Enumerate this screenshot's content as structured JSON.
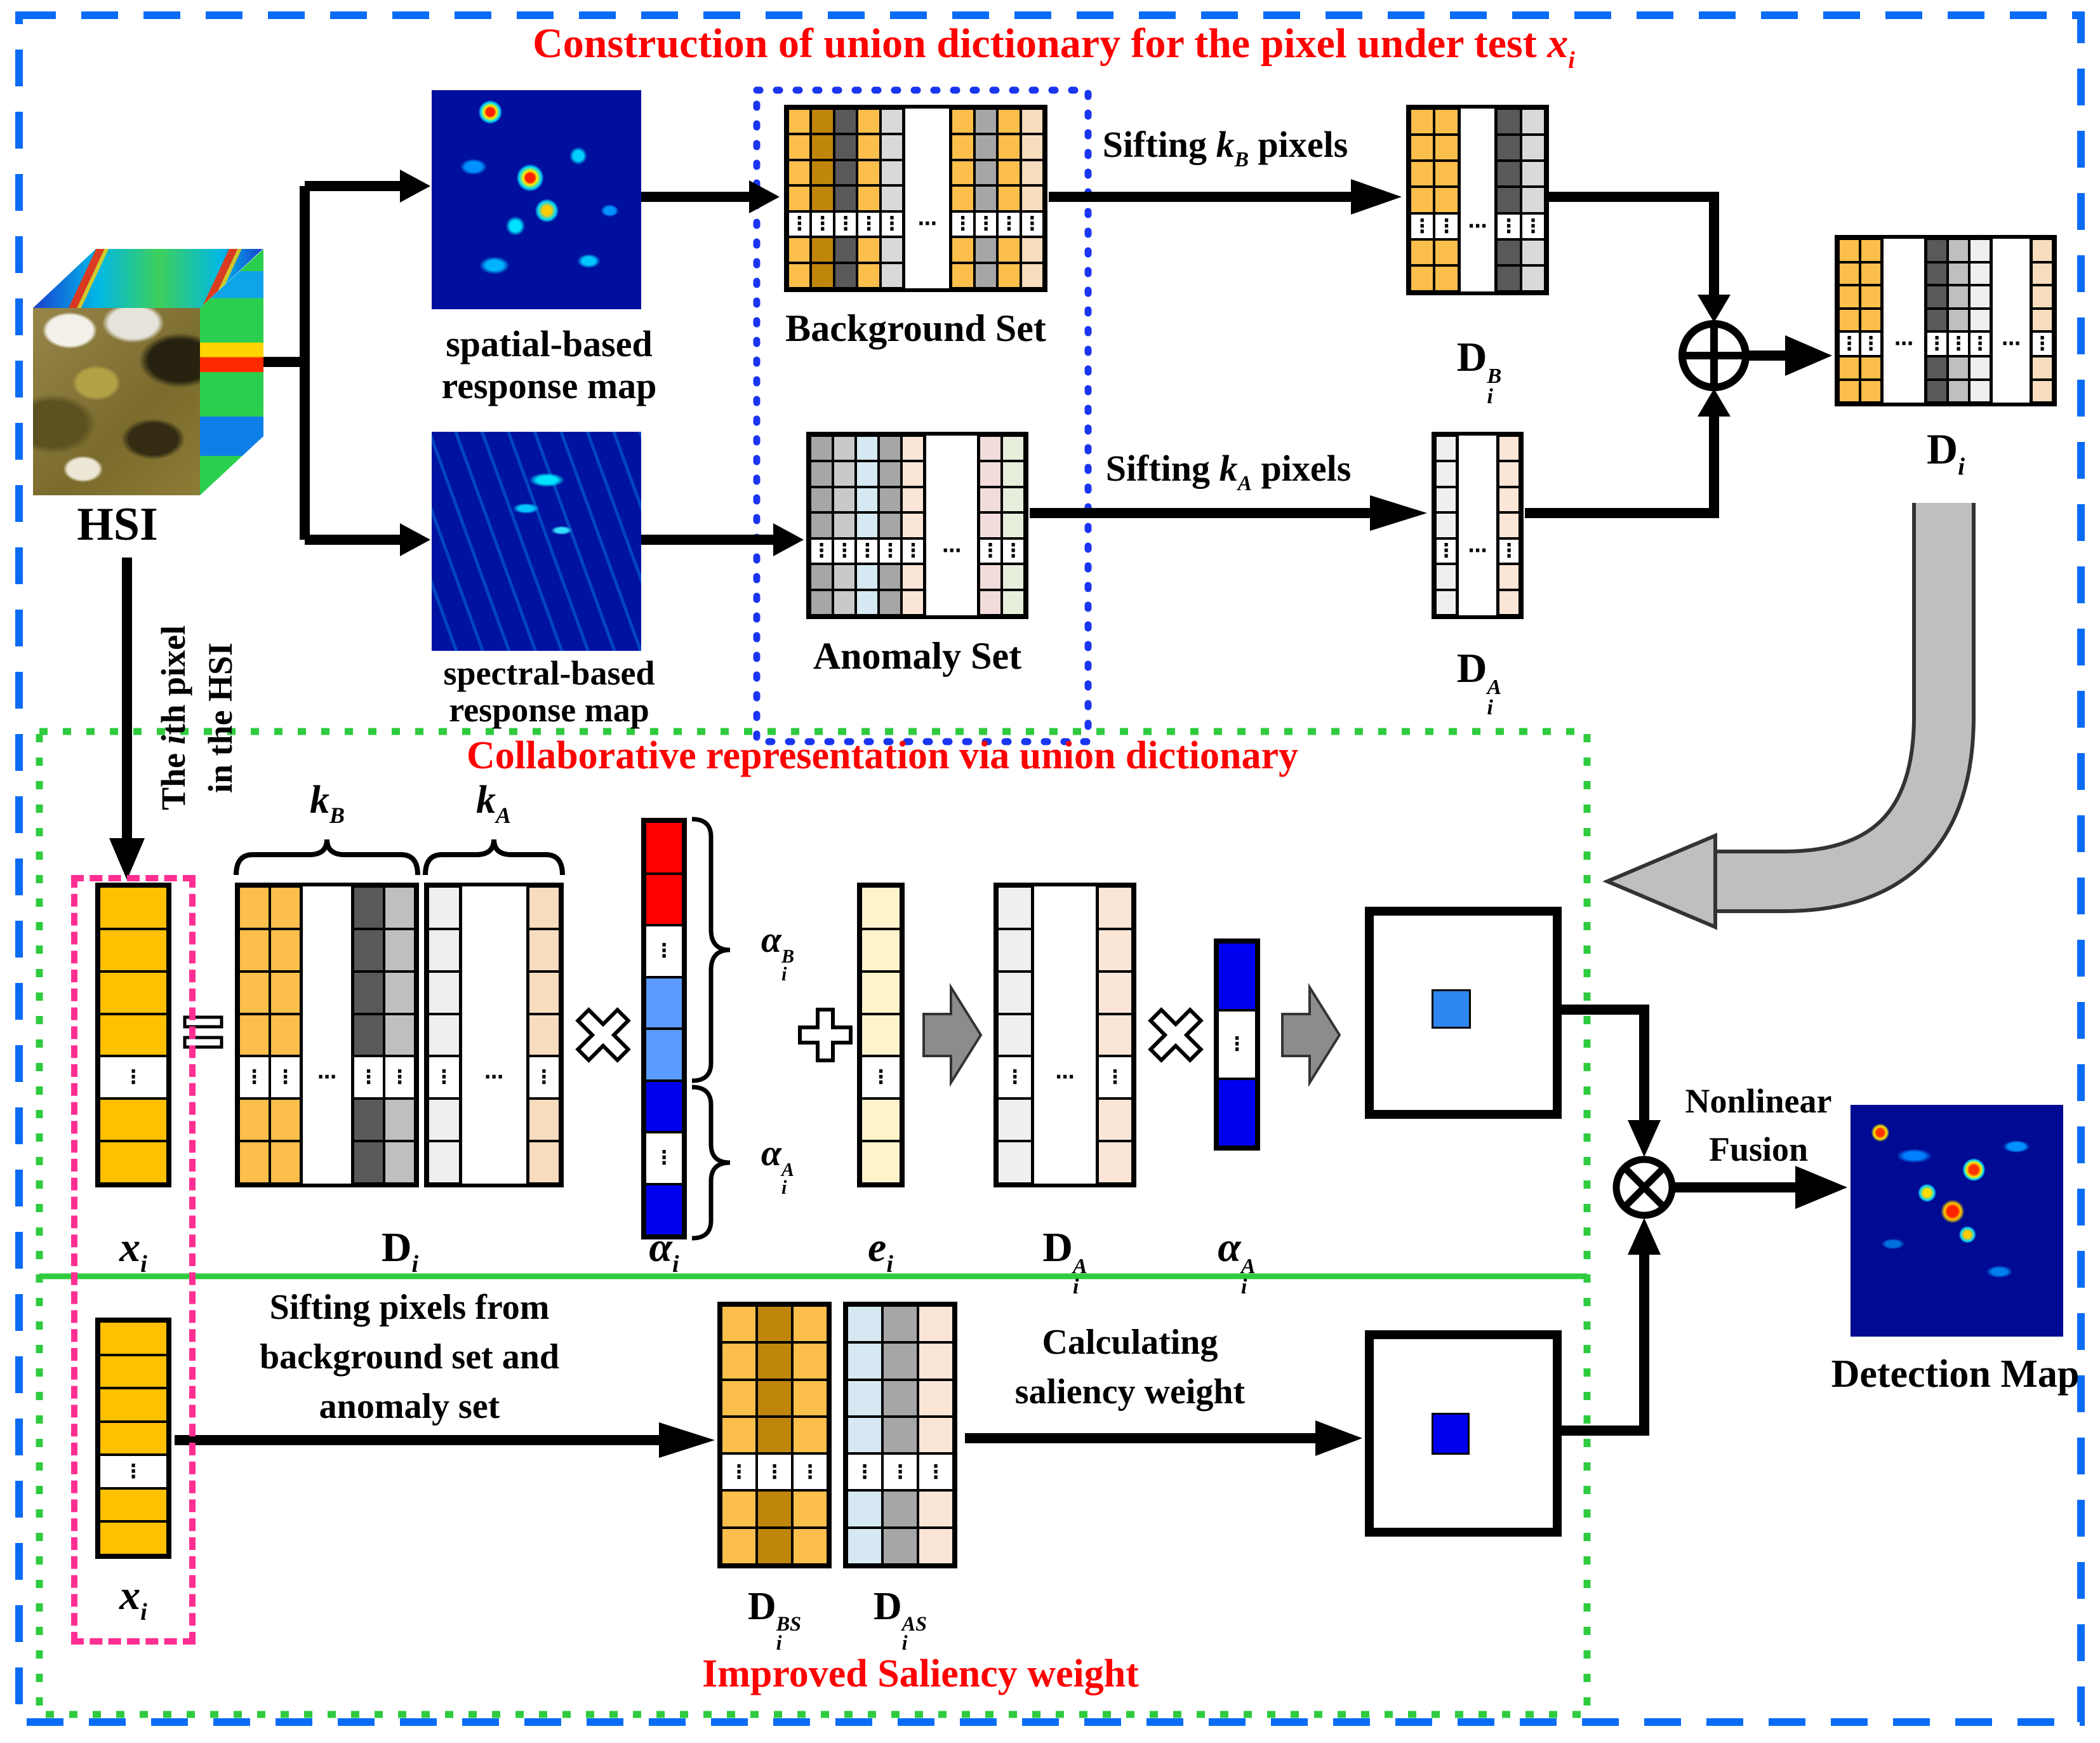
{
  "titles": {
    "construction_pre": "Construction of union dictionary for the pixel under test ",
    "construction_x": "x",
    "construction_sub": "i",
    "collaboration": "Collaborative  representation via union dictionary",
    "saliency": "Improved Saliency weight"
  },
  "hsi": {
    "label": "HSI"
  },
  "ith_pixel": {
    "l1_pre": "The ",
    "l1_i": "i",
    "l1_post": "th pixel",
    "l2": "in the HSI"
  },
  "maps": {
    "spatial_l1": "spatial-based",
    "spatial_l2": "response map",
    "spectral_l1": "spectral-based",
    "spectral_l2": "response map",
    "detection": "Detection Map"
  },
  "sets": {
    "background": "Background Set",
    "anomaly": "Anomaly Set"
  },
  "sift_b": {
    "pre": "Sifting ",
    "k": "k",
    "sub": "B",
    "post": " pixels"
  },
  "sift_a": {
    "pre": "Sifting ",
    "k": "k",
    "sub": "A",
    "post": " pixels"
  },
  "fusion": {
    "l1": "Nonlinear",
    "l2": "Fusion"
  },
  "sifting_text": {
    "l1": "Sifting pixels from",
    "l2": "background set and",
    "l3": "anomaly set"
  },
  "calc_text": {
    "l1": "Calculating",
    "l2": "saliency weight"
  },
  "math": {
    "xi": {
      "base": "x",
      "sub": "i"
    },
    "di": {
      "base": "D",
      "sub": "i"
    },
    "dib": {
      "base": "D",
      "sup": "B",
      "sub": "i"
    },
    "dia": {
      "base": "D",
      "sup": "A",
      "sub": "i"
    },
    "dibs": {
      "base": "D",
      "sup": "BS",
      "sub": "i"
    },
    "dias": {
      "base": "D",
      "sup": "AS",
      "sub": "i"
    },
    "kb": {
      "base": "k",
      "sub": "B"
    },
    "ka": {
      "base": "k",
      "sub": "A"
    },
    "alphai": {
      "base": "α",
      "sub": "i"
    },
    "alphab": {
      "base": "α",
      "sup": "B",
      "sub": "i"
    },
    "alphaa": {
      "base": "α",
      "sup": "A",
      "sub": "i"
    },
    "ei": {
      "base": "e",
      "sub": "i"
    }
  },
  "glyphs": {
    "dots_v": "⋮",
    "dots_h": "⋯"
  },
  "colors": {
    "title_red": "#FE0000",
    "border_blue": "#0A6CF5",
    "inner_blue": "#1A35F0",
    "green": "#2FCB3F",
    "pink": "#FF2F92",
    "cell_orange": "#FCBF4C",
    "cell_gold": "#C0860B",
    "cell_darkgray": "#595959",
    "cell_gray": "#A6A6A6",
    "cell_silver": "#BFBFBF",
    "cell_lightgray": "#D9D9D9",
    "cell_verylight": "#EFEFEF",
    "cell_peach": "#F8DCBE",
    "cell_peach2": "#FBE5D6",
    "cell_lightblue": "#D6E9F2",
    "cell_pink": "#F2DCDB",
    "cell_lightgreen": "#E7EFDC",
    "cell_cream": "#FFF3CC",
    "vec_orange": "#FFC000",
    "alpha_red": "#FE0000",
    "alpha_midblue": "#5B9BFF",
    "alpha_blue": "#0000F0",
    "result_blue": "#2E86F0",
    "saliency_blue": "#0000EE"
  },
  "matrices": {
    "bgset": {
      "rows": 7,
      "dot_row": 4,
      "cols": [
        {
          "c": "#FCBF4C"
        },
        {
          "c": "#C0860B"
        },
        {
          "c": "#595959"
        },
        {
          "c": "#FCBF4C"
        },
        {
          "c": "#D9D9D9"
        },
        {
          "wide": true,
          "f": 1.9
        },
        {
          "c": "#FCBF4C"
        },
        {
          "c": "#A6A6A6"
        },
        {
          "c": "#FCBF4C"
        },
        {
          "c": "#F8DCBE"
        }
      ]
    },
    "anomaly": {
      "rows": 7,
      "dot_row": 4,
      "cols": [
        {
          "c": "#A6A6A6"
        },
        {
          "c": "#C9C9C9"
        },
        {
          "c": "#D6E9F2"
        },
        {
          "c": "#A6A6A6"
        },
        {
          "c": "#FBE5D6"
        },
        {
          "wide": true,
          "f": 2.2
        },
        {
          "c": "#F2DCDB"
        },
        {
          "c": "#E7EFDC"
        }
      ]
    },
    "dib": {
      "rows": 7,
      "dot_row": 4,
      "cols": [
        {
          "c": "#FCBF4C"
        },
        {
          "c": "#FCBF4C"
        },
        {
          "wide": true,
          "f": 1.4
        },
        {
          "c": "#595959"
        },
        {
          "c": "#D9D9D9"
        }
      ]
    },
    "dia": {
      "rows": 7,
      "dot_row": 4,
      "cols": [
        {
          "c": "#EFEFEF"
        },
        {
          "wide": true,
          "f": 1.8
        },
        {
          "c": "#FBE5D6"
        }
      ]
    },
    "di_top": {
      "rows": 7,
      "dot_row": 4,
      "cols": [
        {
          "c": "#FCBF4C"
        },
        {
          "c": "#FCBF4C"
        },
        {
          "wide": true,
          "f": 2.1
        },
        {
          "c": "#595959",
          "f": 0.82
        },
        {
          "c": "#BFBFBF",
          "f": 0.82
        },
        {
          "c": "#EFEFEF",
          "f": 0.82
        },
        {
          "wide": true,
          "f": 1.9
        },
        {
          "c": "#F8DCBE",
          "f": 0.82
        }
      ]
    },
    "di_p1": {
      "rows": 7,
      "dot_row": 4,
      "cols": [
        {
          "c": "#FCBF4C"
        },
        {
          "c": "#FCBF4C"
        },
        {
          "wide": true,
          "f": 1.55
        },
        {
          "c": "#595959"
        },
        {
          "c": "#BFBFBF"
        }
      ]
    },
    "di_p2": {
      "rows": 7,
      "dot_row": 4,
      "cols": [
        {
          "c": "#EFEFEF"
        },
        {
          "wide": true,
          "f": 2
        },
        {
          "c": "#F8DCBE"
        }
      ]
    },
    "dia_mid": {
      "rows": 7,
      "dot_row": 4,
      "cols": [
        {
          "c": "#EFEFEF"
        },
        {
          "wide": true,
          "f": 1.75
        },
        {
          "c": "#FBE5D6"
        }
      ]
    },
    "dibs": {
      "rows": 7,
      "dot_row": 4,
      "cols": [
        {
          "c": "#FCBF4C"
        },
        {
          "c": "#C0860B"
        },
        {
          "c": "#FCBF4C"
        }
      ]
    },
    "dias": {
      "rows": 7,
      "dot_row": 4,
      "cols": [
        {
          "c": "#D6E9F2"
        },
        {
          "c": "#A6A6A6"
        },
        {
          "c": "#FBE5D6"
        }
      ]
    }
  },
  "vectors": {
    "xi1": {
      "cells": [
        "#FFC000",
        "#FFC000",
        "#FFC000",
        "#FFC000",
        "dots",
        "#FFC000",
        "#FFC000"
      ]
    },
    "xi2": {
      "cells": [
        "#FFC000",
        "#FFC000",
        "#FFC000",
        "#FFC000",
        "dots",
        "#FFC000",
        "#FFC000"
      ]
    },
    "alpha": {
      "cells": [
        "#FE0000",
        "#FE0000",
        "dots",
        "#5B9BFF",
        "#5B9BFF",
        "#0000F0",
        "dots",
        "#0000F0"
      ]
    },
    "ei": {
      "cells": [
        "#FFF3CC",
        "#FFF3CC",
        "#FFF3CC",
        "#FFF3CC",
        "dots",
        "#FFF3CC",
        "#FFF3CC"
      ]
    },
    "alphaA": {
      "cells": [
        "#0000F0",
        "dots",
        "#0000F0"
      ]
    }
  }
}
